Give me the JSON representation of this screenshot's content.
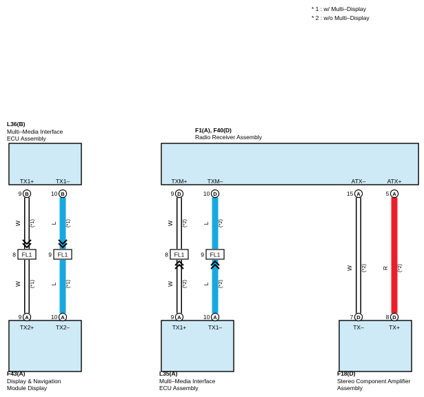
{
  "notes": [
    "* 1 : w/ Multi–Display",
    "* 2 : w/o Multi–Display"
  ],
  "components": {
    "mmi_top": {
      "code": "L36(B)",
      "name1": "Multi–Media Interface",
      "name2": "ECU Assembly"
    },
    "radio": {
      "code": "F1(A), F40(D)",
      "name1": "Radio Receiver Assembly"
    },
    "display": {
      "code": "F43(A)",
      "name1": "Display & Navigation",
      "name2": "Module Display"
    },
    "mmi_bottom": {
      "code": "L35(A)",
      "name1": "Multi–Media Interface",
      "name2": "ECU Assembly"
    },
    "amp": {
      "code": "F18(D)",
      "name1": "Stereo Component Amplifier",
      "name2": "Assembly"
    }
  },
  "terminals": {
    "top": [
      {
        "label": "TX1+",
        "pin": "9",
        "conn": "B"
      },
      {
        "label": "TX1–",
        "pin": "10",
        "conn": "B"
      },
      {
        "label": "TXM+",
        "pin": "9",
        "conn": "D"
      },
      {
        "label": "TXM–",
        "pin": "10",
        "conn": "D"
      },
      {
        "label": "ATX–",
        "pin": "15",
        "conn": "A"
      },
      {
        "label": "ATX+",
        "pin": "5",
        "conn": "A"
      }
    ],
    "bottom": [
      {
        "label": "TX2+",
        "pin": "9",
        "conn": "A"
      },
      {
        "label": "TX2–",
        "pin": "10",
        "conn": "A"
      },
      {
        "label": "TX1+",
        "pin": "9",
        "conn": "A"
      },
      {
        "label": "TX1–",
        "pin": "10",
        "conn": "A"
      },
      {
        "label": "TX–",
        "pin": "7",
        "conn": "D"
      },
      {
        "label": "TX+",
        "pin": "8",
        "conn": "D"
      }
    ]
  },
  "wires": [
    {
      "color_code": "W",
      "note": "(*1)",
      "color": "#ffffff"
    },
    {
      "color_code": "L",
      "note": "(*1)",
      "color": "#18a8e0"
    },
    {
      "color_code": "W",
      "note": "(*2)",
      "color": "#ffffff"
    },
    {
      "color_code": "L",
      "note": "(*2)",
      "color": "#18a8e0"
    },
    {
      "color_code": "W",
      "note": "(*2)",
      "color": "#ffffff"
    },
    {
      "color_code": "R",
      "note": "(*2)",
      "color": "#e8202a"
    }
  ],
  "junctions": [
    {
      "pin": "8",
      "label": "FL1"
    },
    {
      "pin": "9",
      "label": "FL1"
    },
    {
      "pin": "8",
      "label": "FL1"
    },
    {
      "pin": "9",
      "label": "FL1"
    }
  ]
}
